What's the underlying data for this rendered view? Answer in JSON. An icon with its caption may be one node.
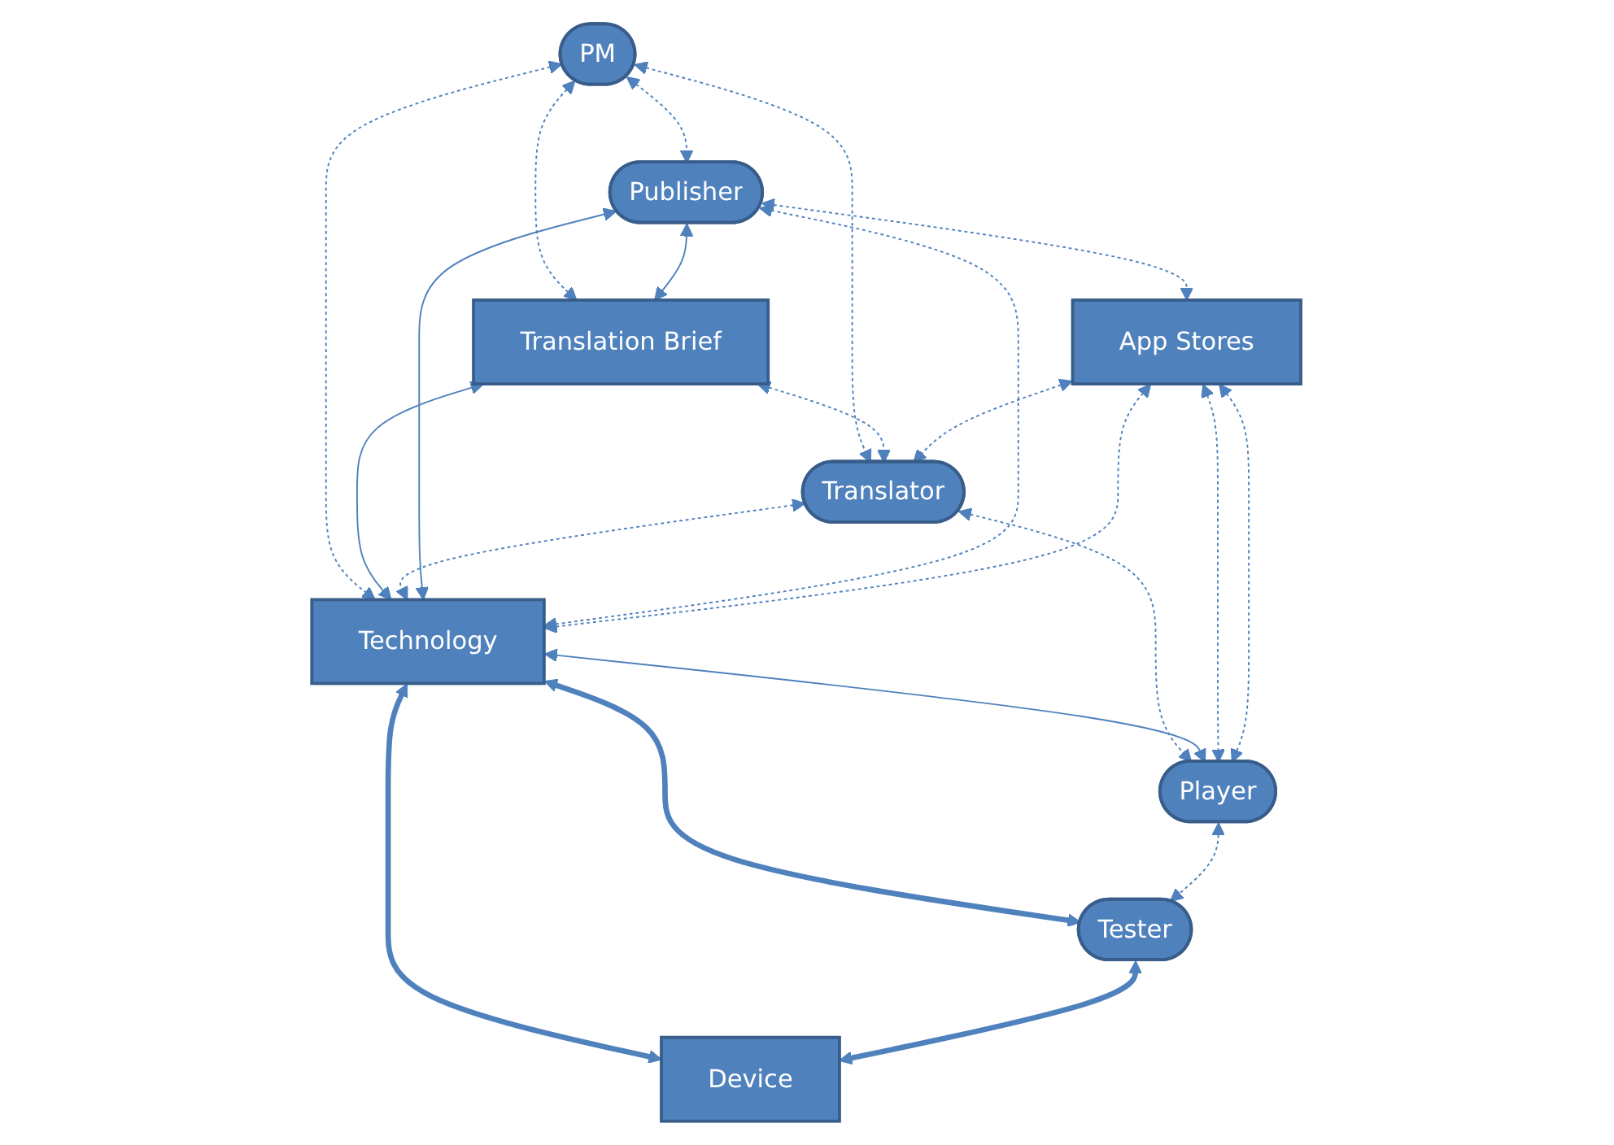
{
  "diagram": {
    "nodes": [
      {
        "text": [
          "PM"
        ]
      },
      {
        "text": [
          "Translation Brief"
        ]
      },
      {
        "text": [
          "Translator"
        ]
      },
      {
        "text": [
          "Publisher"
        ]
      },
      {
        "text": [
          "Technology"
        ]
      },
      {
        "text": [
          "Player"
        ]
      },
      {
        "text": [
          "App Stores"
        ]
      },
      {
        "text": [
          "Tester"
        ]
      },
      {
        "text": [
          "Device"
        ]
      }
    ],
    "edges": [
      {
        "from": 0,
        "to": 2,
        "arrow": "both",
        "style": "dashed"
      },
      {
        "from": 0,
        "to": 1,
        "arrow": "both",
        "style": "dashed"
      },
      {
        "from": 1,
        "to": 2,
        "arrow": "both",
        "style": "dashed"
      },
      {
        "from": 0,
        "to": 4,
        "arrow": "both",
        "style": "dashed"
      },
      {
        "from": 0,
        "to": 3,
        "arrow": "both",
        "style": "dashed"
      },
      {
        "from": 3,
        "to": 1,
        "arrow": "both"
      },
      {
        "from": 1,
        "to": 4,
        "arrow": "both"
      },
      {
        "from": 2,
        "to": 4,
        "arrow": "both",
        "style": "dashed"
      },
      {
        "from": 2,
        "to": 5,
        "arrow": "both",
        "style": "dashed"
      },
      {
        "from": 3,
        "to": 4,
        "arrow": "both"
      },
      {
        "from": 3,
        "to": 4,
        "arrow": "both",
        "style": "dashed"
      },
      {
        "from": 4,
        "to": 5,
        "arrow": "both"
      },
      {
        "from": 3,
        "to": 6,
        "arrow": "both",
        "style": "dashed"
      },
      {
        "from": 6,
        "to": 4,
        "arrow": "both",
        "style": "dashed"
      },
      {
        "from": 4,
        "to": 7,
        "arrow": "both",
        "style": "thick"
      },
      {
        "from": 4,
        "to": 8,
        "arrow": "both",
        "style": "thick"
      },
      {
        "from": 5,
        "to": 7,
        "arrow": "both",
        "style": "dashed"
      },
      {
        "from": 7,
        "to": 8,
        "arrow": "both",
        "style": "thick"
      },
      {
        "from": 6,
        "to": 2,
        "arrow": "both",
        "style": "dashed"
      },
      {
        "from": 6,
        "to": 5,
        "arrow": "both",
        "style": "dashed"
      },
      {
        "from": 6,
        "to": 5,
        "arrow": "both",
        "style": "dashed"
      }
    ]
  }
}
